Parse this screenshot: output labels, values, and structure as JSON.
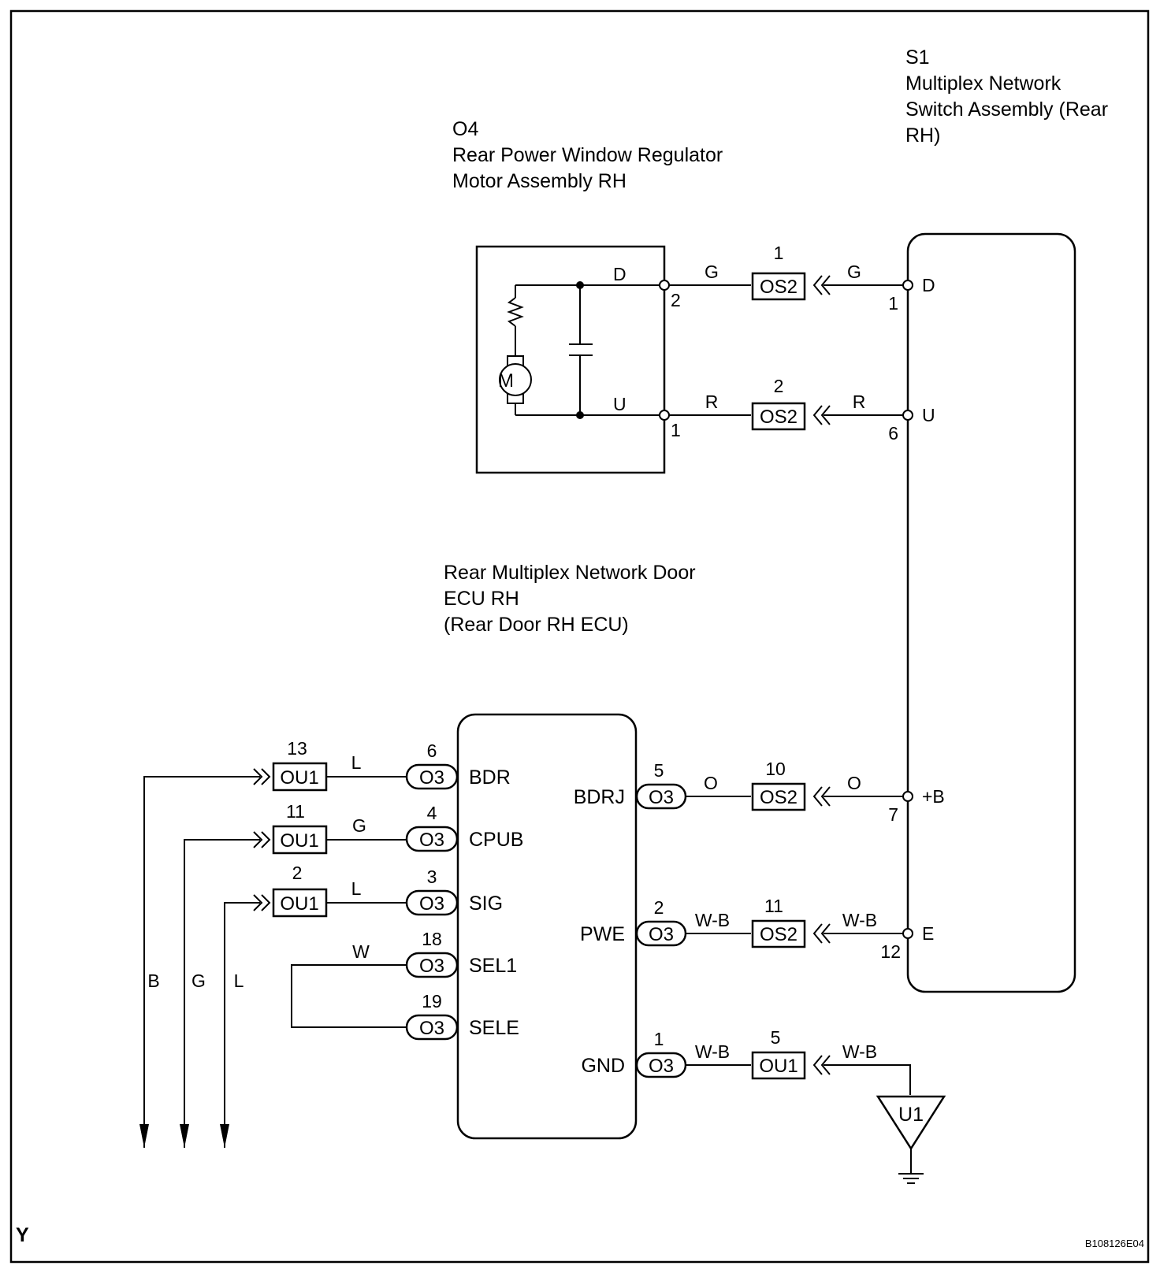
{
  "components": {
    "s1": {
      "id": "S1",
      "name_lines": [
        "Multiplex Network",
        "Switch Assembly (Rear",
        "RH)"
      ]
    },
    "o4": {
      "id": "O4",
      "name_lines": [
        "Rear Power Window Regulator",
        "Motor Assembly RH"
      ]
    },
    "ecu": {
      "name_lines": [
        "Rear Multiplex Network Door",
        "ECU RH",
        "(Rear Door RH ECU)"
      ]
    },
    "u1": {
      "id": "U1"
    },
    "motor": {
      "symbol": "M"
    }
  },
  "motor_terminals": [
    {
      "name": "D",
      "pin": "2",
      "wire": "G"
    },
    {
      "name": "U",
      "pin": "1",
      "wire": "R"
    }
  ],
  "switch_terminals": [
    {
      "name": "D",
      "pin": "1",
      "wire": "G",
      "connector": "OS2",
      "conn_pin": "1"
    },
    {
      "name": "U",
      "pin": "6",
      "wire": "R",
      "connector": "OS2",
      "conn_pin": "2"
    },
    {
      "name": "+B",
      "pin": "7",
      "wire": "O",
      "connector": "OS2",
      "conn_pin": "10"
    },
    {
      "name": "E",
      "pin": "12",
      "wire": "W-B",
      "connector": "OS2",
      "conn_pin": "11"
    }
  ],
  "ecu_left_terminals": [
    {
      "name": "BDR",
      "o3_pin": "6",
      "o3_label": "O3",
      "wire": "L",
      "ou1_pin": "13",
      "ou1_label": "OU1"
    },
    {
      "name": "CPUB",
      "o3_pin": "4",
      "o3_label": "O3",
      "wire": "G",
      "ou1_pin": "11",
      "ou1_label": "OU1"
    },
    {
      "name": "SIG",
      "o3_pin": "3",
      "o3_label": "O3",
      "wire": "L",
      "ou1_pin": "2",
      "ou1_label": "OU1"
    },
    {
      "name": "SEL1",
      "o3_pin": "18",
      "o3_label": "O3",
      "wire": "W"
    },
    {
      "name": "SELE",
      "o3_pin": "19",
      "o3_label": "O3"
    }
  ],
  "ecu_right_terminals": [
    {
      "name": "BDRJ",
      "o3_pin": "5",
      "o3_label": "O3",
      "wire_left": "O",
      "wire_right": "O",
      "conn": "OS2",
      "conn_pin": "10"
    },
    {
      "name": "PWE",
      "o3_pin": "2",
      "o3_label": "O3",
      "wire_left": "W-B",
      "wire_right": "W-B",
      "conn": "OS2",
      "conn_pin": "11"
    },
    {
      "name": "GND",
      "o3_pin": "1",
      "o3_label": "O3",
      "wire_left": "W-B",
      "wire_right": "W-B",
      "conn": "OU1",
      "conn_pin": "5"
    }
  ],
  "motor_side_wires": {
    "d_conn": "OS2",
    "d_conn_pin": "1",
    "u_conn": "OS2",
    "u_conn_pin": "2"
  },
  "output_wires": [
    "B",
    "G",
    "L"
  ],
  "footer": {
    "corner_letter": "Y",
    "figure_id": "B108126E04"
  }
}
